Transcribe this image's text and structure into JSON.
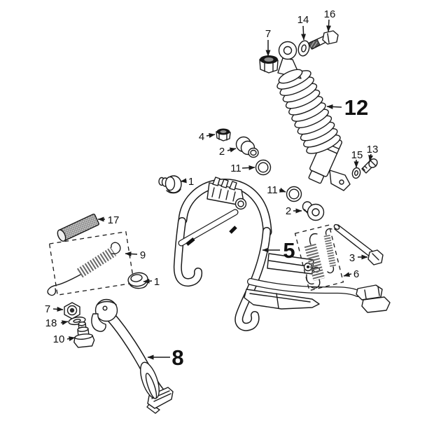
{
  "diagram": {
    "kind": "exploded-parts-diagram",
    "background_color": "#ffffff",
    "line_color": "#1a1a1a",
    "labels": [
      {
        "key": "7-top",
        "text": "7",
        "style": "normal"
      },
      {
        "key": "14",
        "text": "14",
        "style": "normal"
      },
      {
        "key": "16",
        "text": "16",
        "style": "normal"
      },
      {
        "key": "12",
        "text": "12",
        "style": "bold-large"
      },
      {
        "key": "15",
        "text": "15",
        "style": "normal"
      },
      {
        "key": "13",
        "text": "13",
        "style": "normal"
      },
      {
        "key": "4",
        "text": "4",
        "style": "normal"
      },
      {
        "key": "2-upper",
        "text": "2",
        "style": "normal"
      },
      {
        "key": "11-upper",
        "text": "11",
        "style": "normal"
      },
      {
        "key": "1-upper",
        "text": "1",
        "style": "normal"
      },
      {
        "key": "11-middle",
        "text": "11",
        "style": "normal"
      },
      {
        "key": "2-middle",
        "text": "2",
        "style": "normal"
      },
      {
        "key": "5",
        "text": "5",
        "style": "bold-large"
      },
      {
        "key": "3",
        "text": "3",
        "style": "normal"
      },
      {
        "key": "6",
        "text": "6",
        "style": "normal"
      },
      {
        "key": "17",
        "text": "17",
        "style": "normal"
      },
      {
        "key": "9",
        "text": "9",
        "style": "normal"
      },
      {
        "key": "1-lower",
        "text": "1",
        "style": "normal"
      },
      {
        "key": "7-lower",
        "text": "7",
        "style": "normal"
      },
      {
        "key": "18",
        "text": "18",
        "style": "normal"
      },
      {
        "key": "10",
        "text": "10",
        "style": "normal"
      },
      {
        "key": "8",
        "text": "8",
        "style": "bold-large"
      }
    ],
    "parts": [
      {
        "ref": "12",
        "name": "rear-shock-absorber"
      },
      {
        "ref": "7",
        "name": "flange-lock-nut"
      },
      {
        "ref": "14",
        "name": "washer"
      },
      {
        "ref": "16",
        "name": "hex-bolt"
      },
      {
        "ref": "15",
        "name": "small-washer"
      },
      {
        "ref": "13",
        "name": "small-bolt"
      },
      {
        "ref": "4",
        "name": "lock-nut"
      },
      {
        "ref": "2",
        "name": "pivot-bushing"
      },
      {
        "ref": "11",
        "name": "ring-washer"
      },
      {
        "ref": "1",
        "name": "end-cap"
      },
      {
        "ref": "5",
        "name": "center-stand"
      },
      {
        "ref": "6",
        "name": "side-stand-spring-set"
      },
      {
        "ref": "3",
        "name": "pivot-bolt"
      },
      {
        "ref": "17",
        "name": "rubber-sleeve"
      },
      {
        "ref": "9",
        "name": "center-stand-spring"
      },
      {
        "ref": "18",
        "name": "flat-washer"
      },
      {
        "ref": "10",
        "name": "pivot-stud"
      },
      {
        "ref": "8",
        "name": "side-stand"
      }
    ]
  }
}
